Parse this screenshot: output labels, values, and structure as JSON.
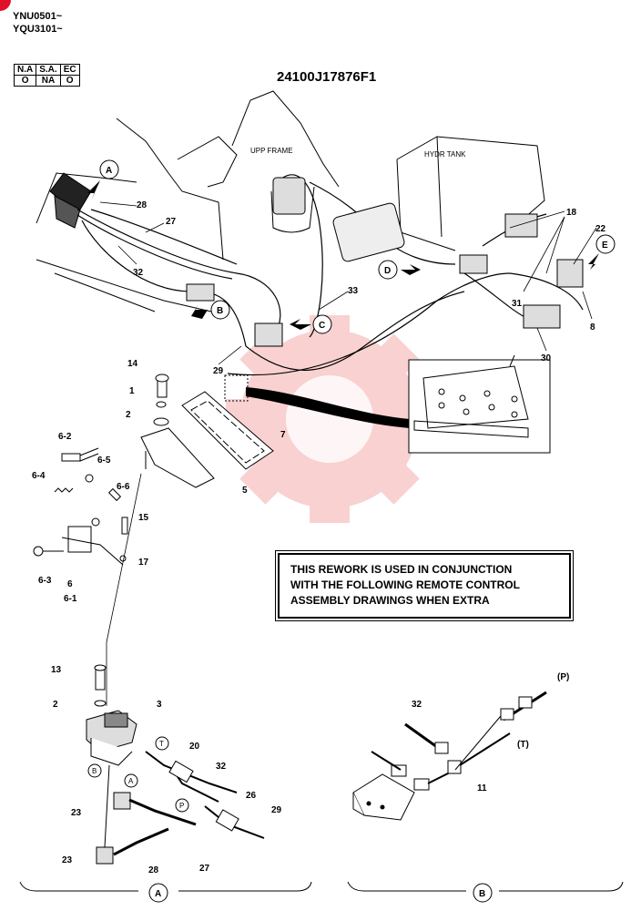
{
  "header": {
    "model_line_1": "YNU0501~",
    "model_line_2": "YQU3101~",
    "codes_headers": [
      "N.A",
      "S.A.",
      "EC"
    ],
    "codes_values": [
      "O",
      "NA",
      "O"
    ],
    "drawing_number": "24100J17876F1"
  },
  "note": {
    "line_1": "THIS REWORK IS USED IN CONJUNCTION",
    "line_2": "WITH THE FOLLOWING REMOTE CONTROL",
    "line_3": "ASSEMBLY DRAWINGS WHEN EXTRA"
  },
  "frame_labels": {
    "upp_frame": "UPP FRAME",
    "hydr_tank": "HYDR TANK"
  },
  "view_markers": [
    "A",
    "B",
    "C",
    "D",
    "E"
  ],
  "parts": {
    "p1": "1",
    "p2": "2",
    "p2b": "2",
    "p3": "3",
    "p5": "5",
    "p6": "6",
    "p6_1": "6-1",
    "p6_2": "6-2",
    "p6_3": "6-3",
    "p6_4": "6-4",
    "p6_5": "6-5",
    "p6_6": "6-6",
    "p7": "7",
    "p8": "8",
    "p11": "11",
    "p13": "13",
    "p14": "14",
    "p15": "15",
    "p17": "17",
    "p18": "18",
    "p20": "20",
    "p22": "22",
    "p23a": "23",
    "p23b": "23",
    "p26": "26",
    "p27a": "27",
    "p27b": "27",
    "p28a": "28",
    "p28b": "28",
    "p29a": "29",
    "p29b": "29",
    "p30": "30",
    "p31": "31",
    "p32a": "32",
    "p32b": "32",
    "p32c": "32",
    "p33": "33"
  },
  "port_labels": {
    "t": "T",
    "p": "P",
    "b": "B",
    "a": "A",
    "p_paren": "(P)",
    "t_paren": "(T)"
  },
  "section_labels": {
    "a": "A",
    "b": "B"
  }
}
